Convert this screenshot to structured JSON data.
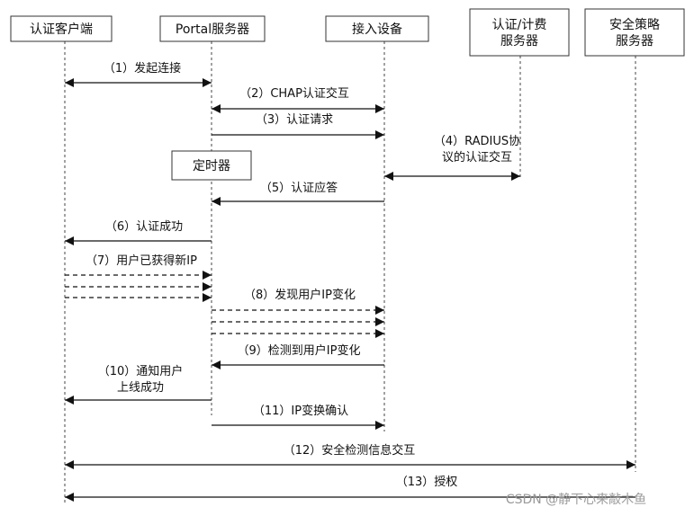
{
  "lifelines": [
    {
      "id": "client",
      "lines": [
        "认证客户端"
      ]
    },
    {
      "id": "portal",
      "lines": [
        "Portal服务器"
      ]
    },
    {
      "id": "access",
      "lines": [
        "接入设备"
      ]
    },
    {
      "id": "aaa",
      "lines": [
        "认证/计费",
        "服务器"
      ]
    },
    {
      "id": "policy",
      "lines": [
        "安全策略",
        "服务器"
      ]
    }
  ],
  "timer_box": "定时器",
  "messages": [
    {
      "lines": [
        "（1）发起连接"
      ],
      "style": "solid",
      "heads": "both"
    },
    {
      "lines": [
        "（2）CHAP认证交互"
      ],
      "style": "solid",
      "heads": "both"
    },
    {
      "lines": [
        "（3）认证请求"
      ],
      "style": "solid",
      "heads": "end"
    },
    {
      "lines": [
        "（4）RADIUS协",
        "议的认证交互"
      ],
      "style": "solid",
      "heads": "both"
    },
    {
      "lines": [
        "（5）认证应答"
      ],
      "style": "solid",
      "heads": "end"
    },
    {
      "lines": [
        "（6）认证成功"
      ],
      "style": "solid",
      "heads": "end"
    },
    {
      "lines": [
        "（7）用户已获得新IP"
      ],
      "style": "dashed",
      "heads": "end"
    },
    {
      "lines": [
        "（8）发现用户IP变化"
      ],
      "style": "dashed",
      "heads": "end"
    },
    {
      "lines": [
        "（9）检测到用户IP变化"
      ],
      "style": "solid",
      "heads": "end"
    },
    {
      "lines": [
        "（10）通知用户",
        "上线成功"
      ],
      "style": "solid",
      "heads": "end"
    },
    {
      "lines": [
        "（11）IP变换确认"
      ],
      "style": "solid",
      "heads": "end"
    },
    {
      "lines": [
        "（12）安全检测信息交互"
      ],
      "style": "solid",
      "heads": "both"
    },
    {
      "lines": [
        "（13）授权"
      ],
      "style": "solid",
      "heads": "end"
    }
  ],
  "watermark": "CSDN @静下心来敲木鱼"
}
